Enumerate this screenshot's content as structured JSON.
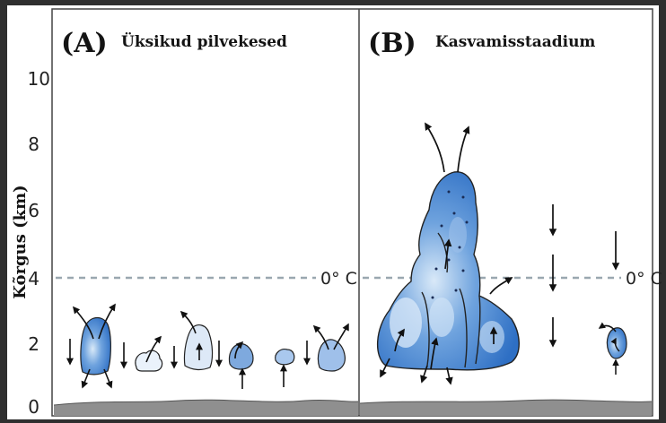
{
  "y_axis": {
    "label": "Kõrgus (km)",
    "ticks": [
      "0",
      "2",
      "4",
      "6",
      "8",
      "10"
    ]
  },
  "panels": [
    {
      "letter": "(A)",
      "title": "Üksikud pilvekesed",
      "isotherm_label": "0° C"
    },
    {
      "letter": "(B)",
      "title": "Kasvamisstaadium",
      "isotherm_label": "0° C"
    }
  ],
  "colors": {
    "frame": "#3a3a3a",
    "paper": "#ffffff",
    "cloud_fill": "#3f7fd0",
    "cloud_highlight": "#cfe2f6",
    "isotherm": "#9aa7b0",
    "ground": "#8c8c8c"
  },
  "isotherm_height_km": 4
}
